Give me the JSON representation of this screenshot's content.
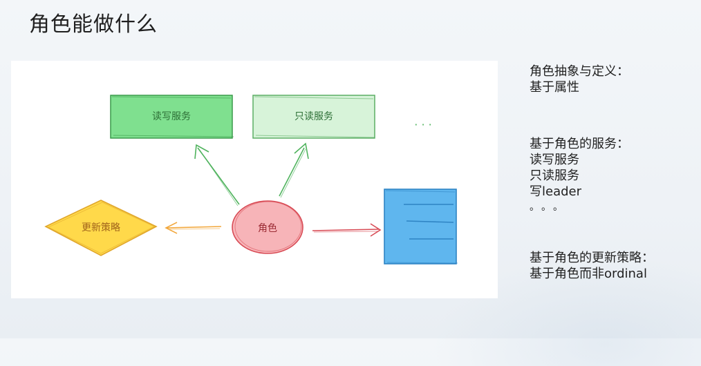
{
  "title": "角色能做什么",
  "diagram": {
    "nodes": {
      "rw_service": "读写服务",
      "ro_service": "只读服务",
      "ellipsis": "· · ·",
      "update_policy": "更新策略",
      "role": "角色"
    },
    "colors": {
      "rw_fill": "#7fe08f",
      "ro_fill": "#d7f3d9",
      "policy_fill": "#ffd94a",
      "role_fill": "#f7b4b8",
      "doc_fill": "#5fb6ee",
      "arrow_green": "#4fb35d",
      "arrow_orange": "#f2a73b",
      "arrow_red": "#d84b55"
    }
  },
  "sidebar": {
    "section1": {
      "heading": "角色抽象与定义：",
      "items": [
        "基于属性"
      ]
    },
    "section2": {
      "heading": "基于角色的服务：",
      "items": [
        "读写服务",
        "只读服务",
        "写leader",
        "。。。"
      ]
    },
    "section3": {
      "heading": "基于角色的更新策略：",
      "items": [
        "基于角色而非ordinal"
      ]
    }
  }
}
